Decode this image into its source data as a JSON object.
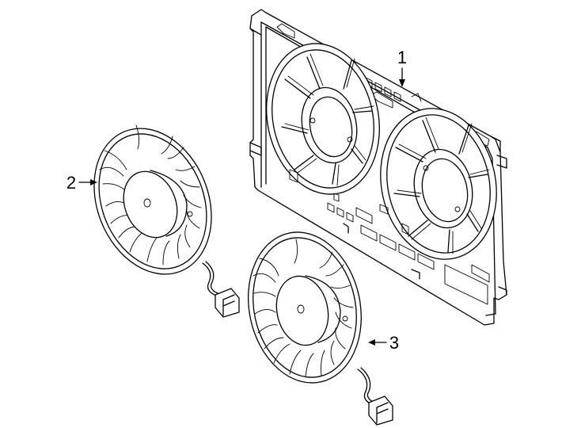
{
  "diagram": {
    "callouts": [
      {
        "id": "1",
        "label": "1"
      },
      {
        "id": "2",
        "label": "2"
      },
      {
        "id": "3",
        "label": "3"
      }
    ],
    "parts": [
      {
        "callout": "1",
        "icon": "fan-shroud-icon"
      },
      {
        "callout": "2",
        "icon": "fan-assembly-icon"
      },
      {
        "callout": "3",
        "icon": "fan-assembly-icon"
      }
    ]
  }
}
